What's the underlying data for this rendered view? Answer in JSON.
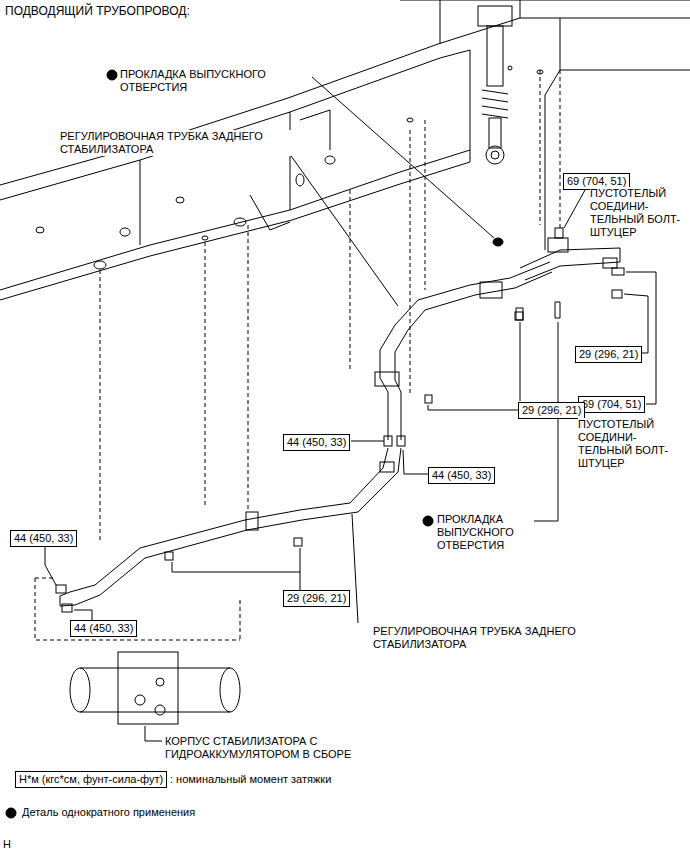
{
  "diagram": {
    "title": "ПОДВОДЯЩИЙ ТРУБОПРОВОД:",
    "nodes": [
      {
        "text": [
          "69 (704, 51)"
        ]
      },
      {
        "text": [
          "29 (296, 21)"
        ]
      },
      {
        "text": [
          "69 (704, 51)"
        ]
      },
      {
        "text": [
          "29 (296, 21)"
        ]
      },
      {
        "text": [
          "44 (450, 33)"
        ]
      },
      {
        "text": [
          "44 (450, 33)"
        ]
      },
      {
        "text": [
          "44 (450, 33)"
        ]
      },
      {
        "text": [
          "29 (296, 21)"
        ]
      },
      {
        "text": [
          "44 (450, 33)"
        ]
      },
      {
        "text": [
          "Н*м (кгс*см, фунт-сила-фут)"
        ]
      }
    ],
    "labels": [
      "ПРОКЛАДКА ВЫПУСКНОГО ОТВЕРСТИЯ",
      "РЕГУЛИРОВОЧНАЯ ТРУБКА ЗАДНЕГО СТАБИЛИЗАТОРА",
      "ПУСТОТЕЛЫЙ СОЕДИНИ- ТЕЛЬНЫЙ БОЛТ-ШТУЦЕР",
      "ПУСТОТЕЛЫЙ СОЕДИНИ- ТЕЛЬНЫЙ БОЛТ-ШТУЦЕР",
      "ПРОКЛАДКА ВЫПУСКНОГО ОТВЕРСТИЯ",
      "РЕГУЛИРОВОЧНАЯ ТРУБКА ЗАДНЕГО СТАБИЛИЗАТОРА",
      "КОРПУС СТАБИЛИЗАТОРА С ГИДРОАККУМУЛЯТОРОМ В СБОРЕ",
      "H"
    ],
    "legend": [
      {
        "text": ": номинальный момент затяжки"
      },
      {
        "text": "Деталь однократного применения"
      }
    ]
  }
}
